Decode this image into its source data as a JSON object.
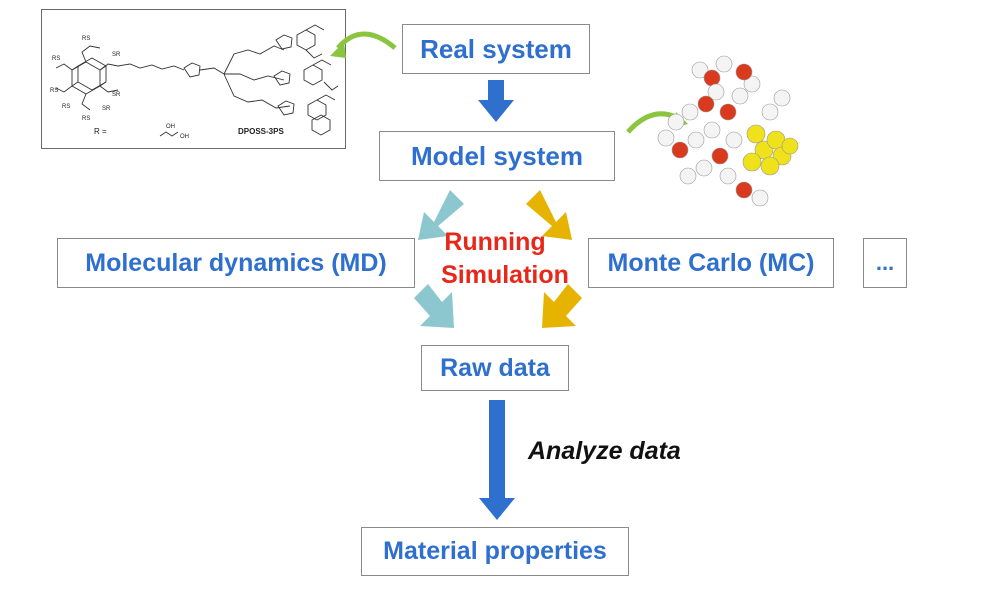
{
  "diagram": {
    "real_system": "Real system",
    "model_system": "Model system",
    "molecular_dynamics": "Molecular dynamics (MD)",
    "monte_carlo": "Monte Carlo (MC)",
    "more": "...",
    "running_line1": "Running",
    "running_line2": "Simulation",
    "raw_data": "Raw data",
    "analyze_data": "Analyze data",
    "material_properties": "Material properties",
    "chem_title": "DPOSS-3PS",
    "chem_r_label": "R ="
  },
  "colors": {
    "box_text": "#2f6fce",
    "running_text": "#e8271a",
    "blue_arrow": "#2f6fce",
    "teal_arrow": "#8cc6cf",
    "gold_arrow": "#e6b400",
    "green_arrow": "#8bc53f",
    "bead_red": "#d9391c",
    "bead_white": "#f4f4f4",
    "bead_yellow": "#f0e21a"
  }
}
